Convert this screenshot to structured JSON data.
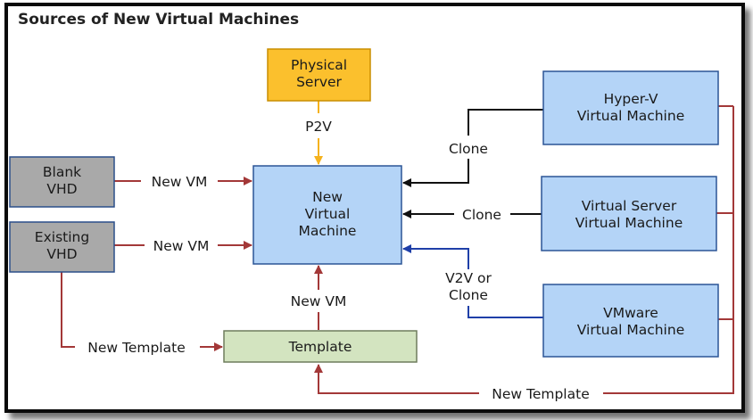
{
  "title": "Sources of New Virtual Machines",
  "nodes": {
    "physical_server": [
      "Physical",
      "Server"
    ],
    "blank_vhd": [
      "Blank",
      "VHD"
    ],
    "existing_vhd": [
      "Existing",
      "VHD"
    ],
    "new_vm": [
      "New",
      "Virtual",
      "Machine"
    ],
    "template": [
      "Template"
    ],
    "hyperv_vm": [
      "Hyper-V",
      "Virtual Machine"
    ],
    "virtual_server_vm": [
      "Virtual Server",
      "Virtual Machine"
    ],
    "vmware_vm": [
      "VMware",
      "Virtual Machine"
    ]
  },
  "edges": {
    "p2v": [
      "P2V"
    ],
    "blank_new_vm": [
      "New VM"
    ],
    "existing_new_vm": [
      "New VM"
    ],
    "template_new_vm": [
      "New VM"
    ],
    "existing_new_template": [
      "New Template"
    ],
    "hyperv_clone": [
      "Clone"
    ],
    "virtual_server_clone": [
      "Clone"
    ],
    "vmware_v2v": [
      "V2V or",
      "Clone"
    ],
    "right_new_template": [
      "New Template"
    ]
  },
  "colors": {
    "gray_box": "#a9a9a9",
    "blue_box": "#b4d4f7",
    "yellow_box": "#fbc02d",
    "green_box": "#d3e4c0",
    "red_line": "#a33838",
    "black_line": "#111111",
    "blue_line": "#1f3fa8",
    "orange_line": "#f5b21d"
  }
}
